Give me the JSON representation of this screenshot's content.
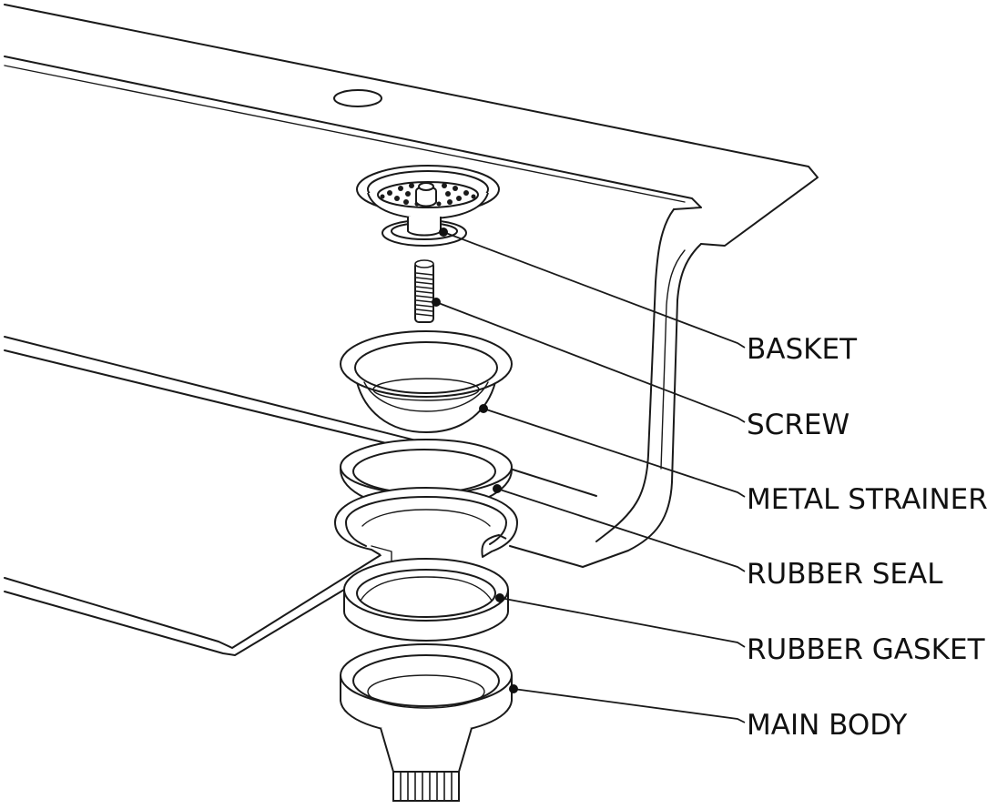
{
  "labels": {
    "basket": "BASKET",
    "screw": "SCREW",
    "metal_strainer": "METAL STRAINER",
    "rubber_seal": "RUBBER SEAL",
    "rubber_gasket": "RUBBER GASKET",
    "main_body": "MAIN BODY"
  },
  "colors": {
    "line": "#1a1a1a",
    "background": "#ffffff"
  }
}
